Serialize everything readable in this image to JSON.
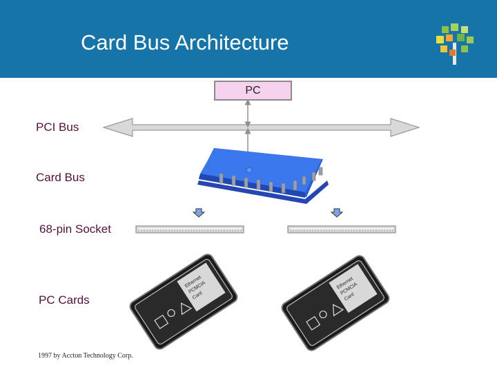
{
  "header": {
    "title": "Card Bus Architecture",
    "background_color": "#1674a8",
    "logo_icon": "tree-logo-icon"
  },
  "pc_box": {
    "label": "PC",
    "fill_color": "#f7d2ef"
  },
  "labels": {
    "pci_bus": "PCI Bus",
    "card_bus": "Card Bus",
    "socket": "68-pin Socket",
    "pc_cards": "PC Cards"
  },
  "pc_card_text": [
    "Ethernet",
    "PCMCIA",
    "Card"
  ],
  "footer": {
    "copyright": "1997 by Accton Technology Corp."
  },
  "colors": {
    "label_text": "#541238",
    "chip_blue": "#2c68e8",
    "arrow_gray": "#8f8f8f"
  }
}
